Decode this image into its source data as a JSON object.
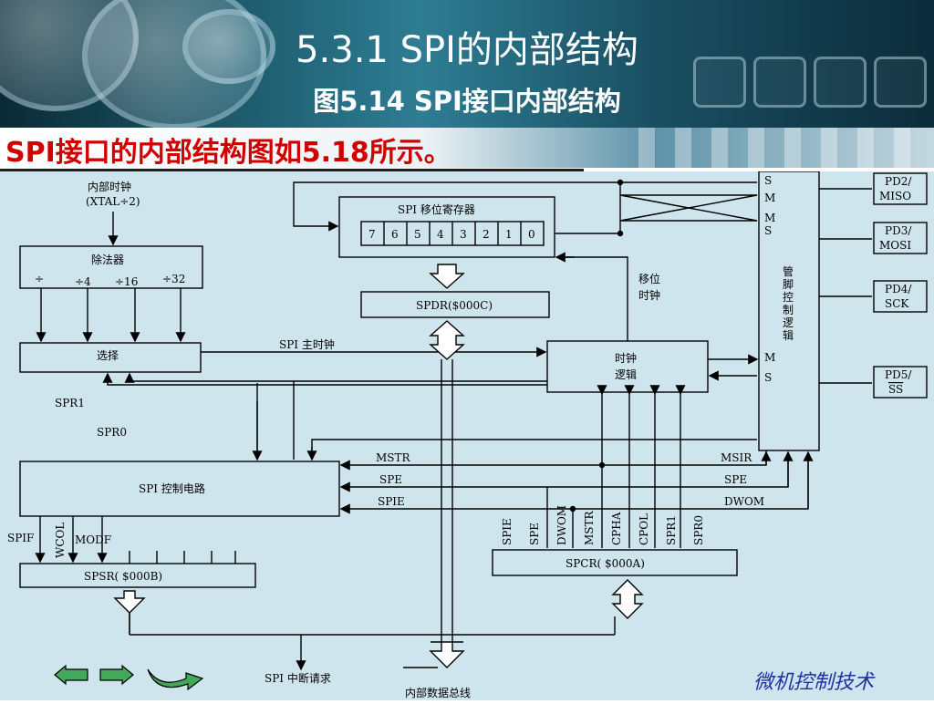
{
  "title": "5.3.1  SPI的内部结构",
  "figure_caption": "图5.14  SPI接口内部结构",
  "subtitle": "SPI接口的内部结构图如5.18所示。",
  "footer": "微机控制技术",
  "diagram": {
    "internal_clock": [
      "内部时钟",
      "(XTAL÷2)"
    ],
    "divider": "除法器",
    "dividers": [
      "÷",
      "÷4",
      "÷16",
      "÷32"
    ],
    "select": "选择",
    "spr1": "SPR1",
    "spr0": "SPR0",
    "shift_register": "SPI  移位寄存器",
    "bits": [
      "7",
      "6",
      "5",
      "4",
      "3",
      "2",
      "1",
      "0"
    ],
    "spdr": "SPDR($000C)",
    "master_clock": "SPI  主时钟",
    "shift_clock": [
      "移位",
      "时钟"
    ],
    "clock_logic": [
      "时钟",
      "逻辑"
    ],
    "pin_logic": [
      "管",
      "脚",
      "控",
      "制",
      "逻",
      "辑"
    ],
    "pin_letters": [
      "S",
      "M",
      "M",
      "S",
      "M",
      "S"
    ],
    "pins": [
      [
        "PD2/",
        "MISO"
      ],
      [
        "PD3/",
        "MOSI"
      ],
      [
        "PD4/",
        "SCK"
      ],
      [
        "PD5/",
        "SS"
      ]
    ],
    "control": "SPI  控制电路",
    "control_inputs": [
      "MSTR",
      "SPE",
      "SPIE"
    ],
    "right_inputs": [
      "MSIR",
      "SPE",
      "DWOM"
    ],
    "spif": "SPIF",
    "wcol": "WCOL",
    "modf": "MODF",
    "spsr": "SPSR( $000B)",
    "spcr_bits": [
      "SPIE",
      "SPE",
      "DWOM",
      "MSTR",
      "CPHA",
      "CPOL",
      "SPR1",
      "SPR0"
    ],
    "spcr": "SPCR( $000A)",
    "interrupt": "SPI 中断请求",
    "bus": "内部数据总线"
  }
}
